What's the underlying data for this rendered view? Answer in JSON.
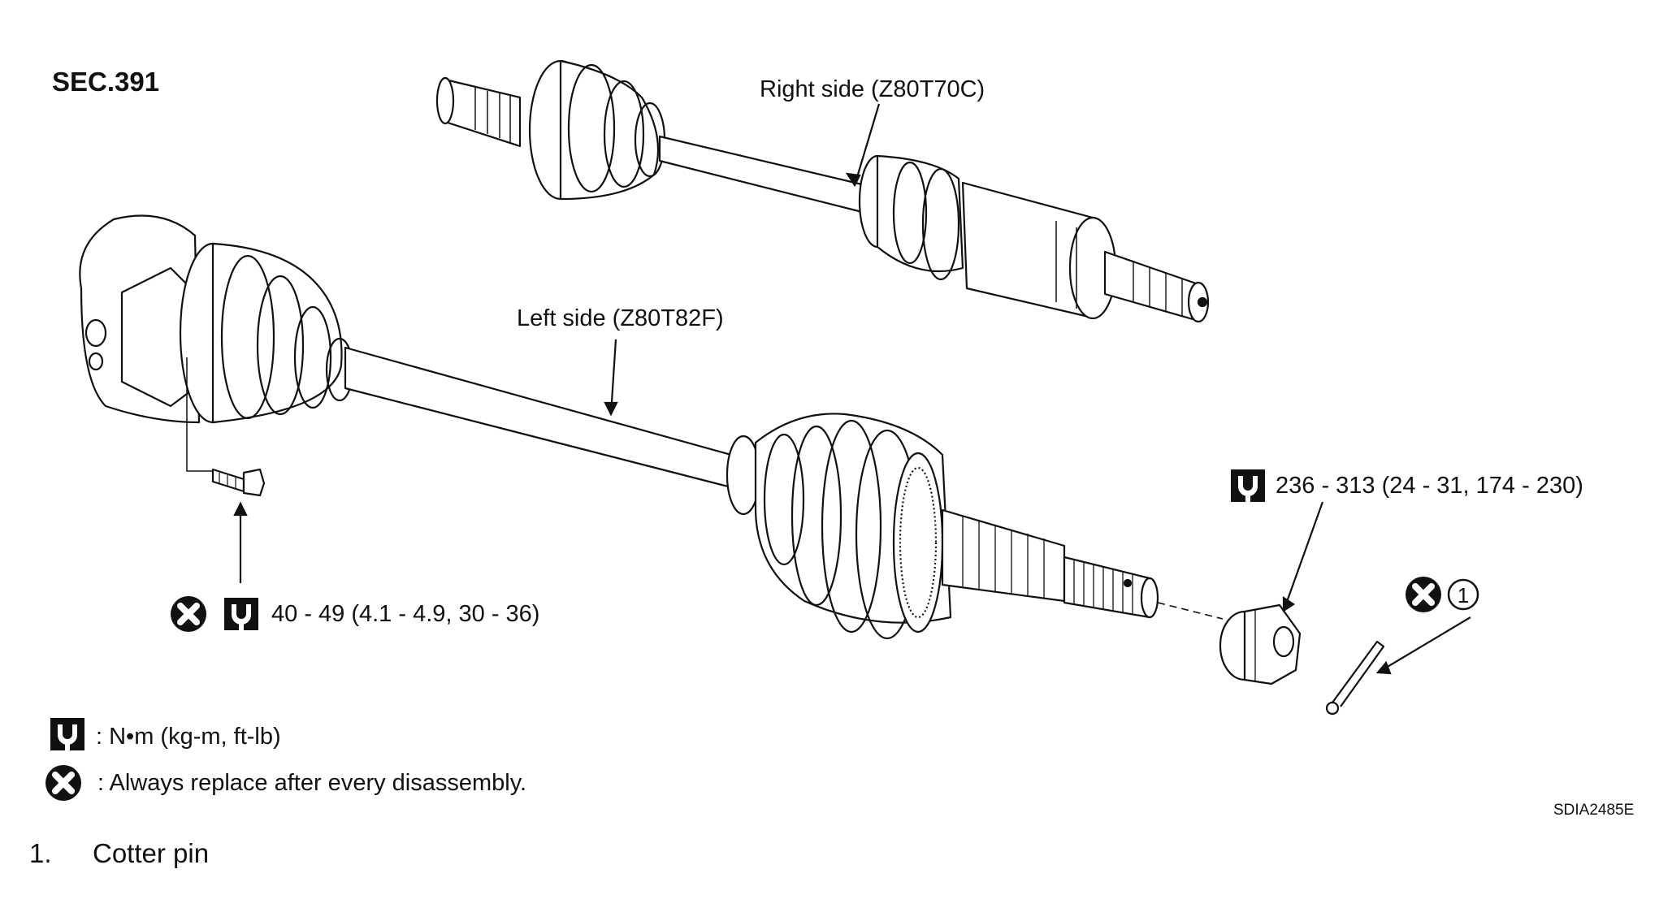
{
  "section_label": "SEC.391",
  "parts": {
    "right_shaft_label": "Right side (Z80T70C)",
    "left_shaft_label": "Left side (Z80T82F)"
  },
  "torque": {
    "nut": "236 - 313 (24 - 31, 174 - 230)",
    "bolt": "40 - 49 (4.1 - 4.9, 30 - 36)"
  },
  "callout_number": "1",
  "legend": {
    "torque_units": ": N•m  (kg-m,  ft-lb)",
    "replace_note": ": Always replace after every disassembly."
  },
  "figure_code": "SDIA2485E",
  "items": [
    {
      "number": "1.",
      "name": "Cotter pin"
    }
  ],
  "icons": {
    "torque": "torque-wrench-icon",
    "replace": "always-replace-icon"
  }
}
